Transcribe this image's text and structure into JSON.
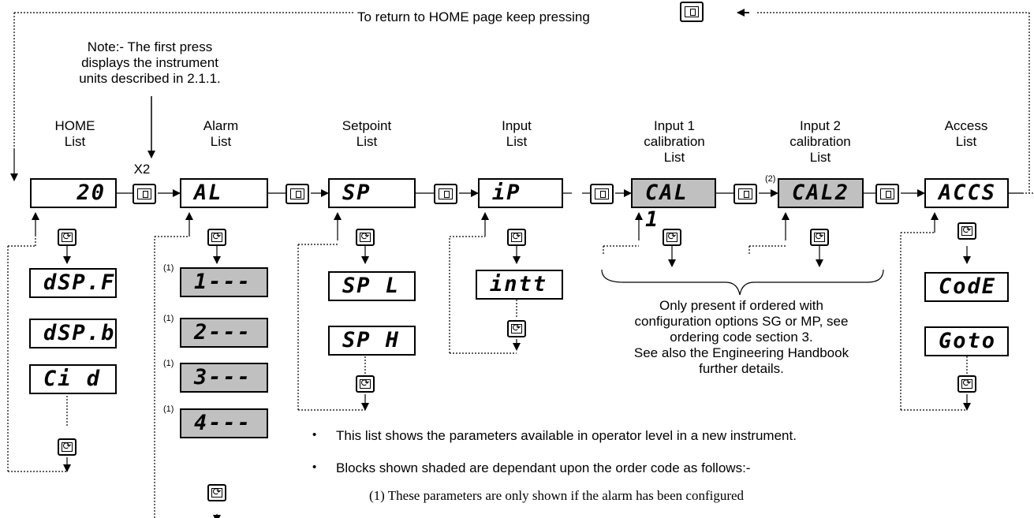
{
  "top_note": "To return to HOME page keep pressing",
  "note": [
    "Note:-  The first press",
    "displays the instrument",
    "units described in 2.1.1."
  ],
  "x2": "X2",
  "lists": [
    {
      "name": "HOME\nList",
      "display": "20"
    },
    {
      "name": "Alarm\nList",
      "display": "AL"
    },
    {
      "name": "Setpoint\nList",
      "display": "SP"
    },
    {
      "name": "Input\nList",
      "display": "iP"
    },
    {
      "name": "Input 1\ncalibration\nList",
      "display": "CAL 1"
    },
    {
      "name": "Input 2\ncalibration\nList",
      "display": "CAL2"
    },
    {
      "name": "Access\nList",
      "display": "ACCS"
    }
  ],
  "params": {
    "home": [
      "dSP.F",
      "dSP.b",
      "Ci d"
    ],
    "alarm": [
      "1---",
      "2---",
      "3---",
      "4---"
    ],
    "setpoint": [
      "SP L",
      "SP H"
    ],
    "input": [
      "intt"
    ],
    "access": [
      "CodE",
      "Goto"
    ]
  },
  "footnote_marks": {
    "alarm": "(1)",
    "cal2": "(2)"
  },
  "brace_note": [
    "Only present if ordered with",
    "configuration options SG or MP, see",
    "ordering code section 3.",
    "See also the Engineering Handbook",
    "further details."
  ],
  "bullets": [
    "This list shows the parameters available in operator level in a new instrument.",
    "Blocks shown shaded are dependant upon the order code as follows:-"
  ],
  "bullet_sub": "(1)  These parameters are only shown if the alarm has been configured",
  "icons": {
    "page_key": "page-key-icon",
    "scroll_key": "scroll-key-icon"
  },
  "colors": {
    "shaded": "#c0c0c0",
    "line": "#000000"
  }
}
